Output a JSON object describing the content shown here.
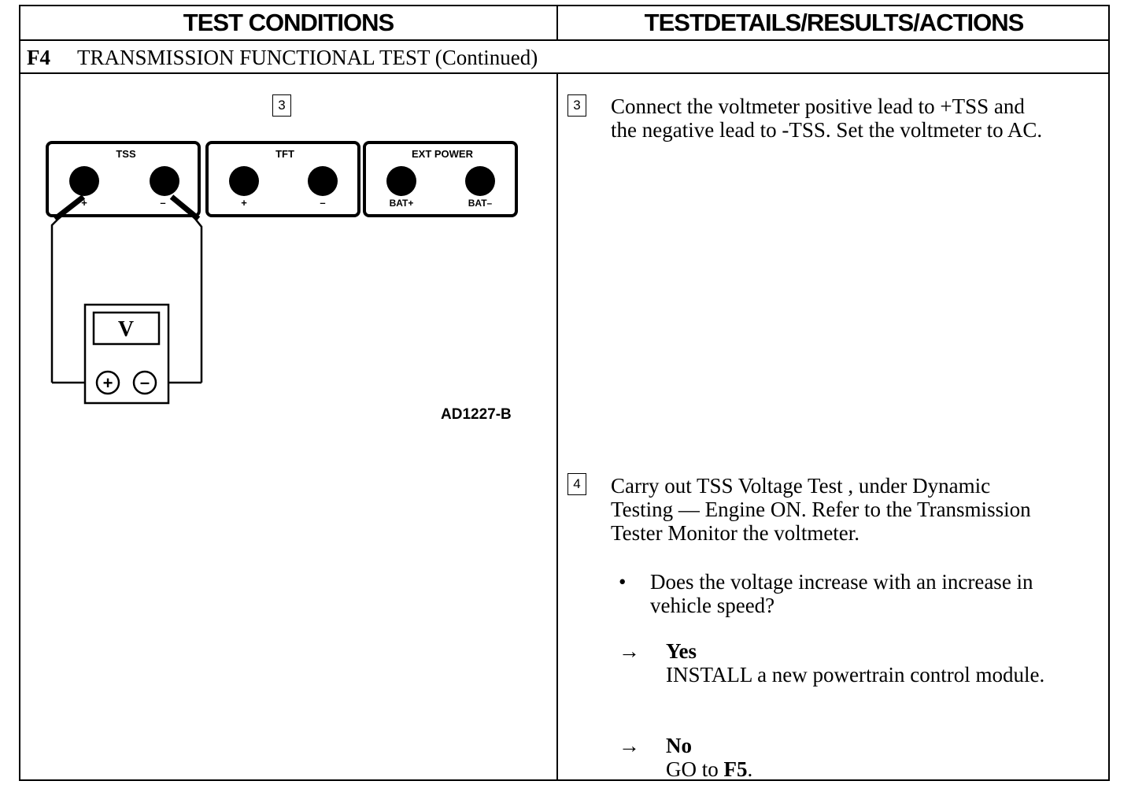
{
  "header": {
    "left": "TEST CONDITIONS",
    "right": "TESTDETAILS/RESULTS/ACTIONS"
  },
  "section": {
    "id": "F4",
    "title": "TRANSMISSION FUNCTIONAL TEST (Continued)"
  },
  "diagram": {
    "step_number": "3",
    "groups": [
      {
        "label": "TSS",
        "left": "+",
        "right": "–"
      },
      {
        "label": "TFT",
        "left": "+",
        "right": "–"
      },
      {
        "label": "EXT POWER",
        "left": "BAT+",
        "right": "BAT–"
      }
    ],
    "meter_symbol": "V",
    "meter_plus": "+",
    "meter_minus": "–",
    "figure_id": "AD1227-B"
  },
  "steps": [
    {
      "number": "3",
      "text_line1": "Connect the voltmeter positive lead to +TSS and",
      "text_line2": "the negative lead to -TSS. Set the voltmeter to AC."
    },
    {
      "number": "4",
      "text_line1": "Carry out TSS Voltage Test , under Dynamic",
      "text_line2": "Testing — Engine ON. Refer to the Transmission",
      "text_line3": "Tester Monitor the voltmeter.",
      "question_line1": "Does the voltage increase with an increase in",
      "question_line2": "vehicle speed?",
      "yes_label": "Yes",
      "yes_action": "INSTALL a new powertrain control module.",
      "no_label": "No",
      "no_action_prefix": "GO to ",
      "no_action_target": "F5",
      "no_action_suffix": "."
    }
  ]
}
